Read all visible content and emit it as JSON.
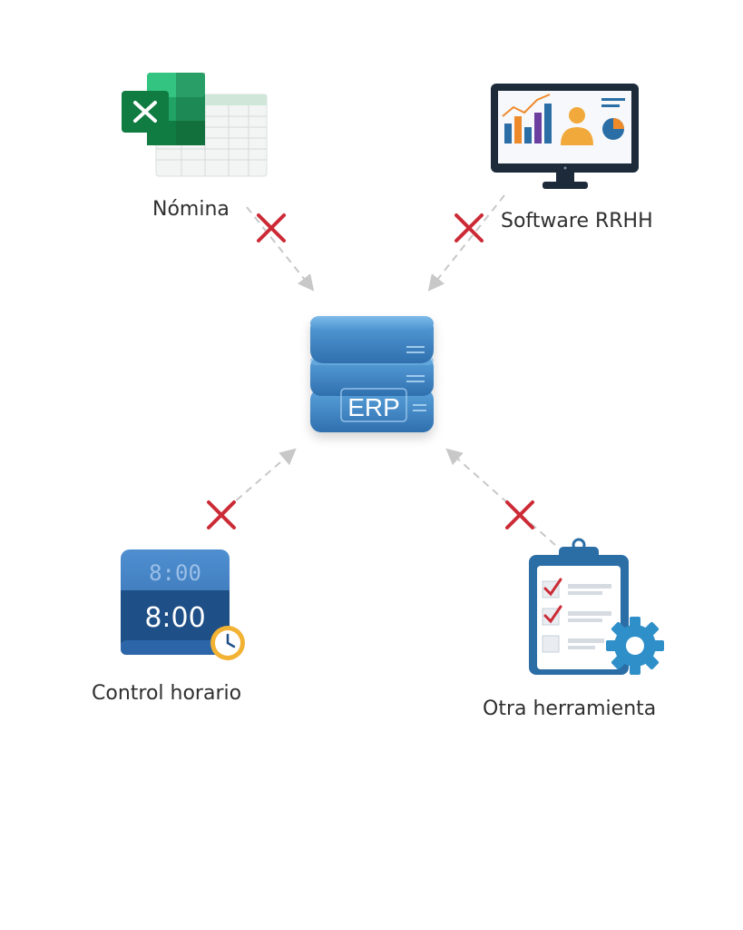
{
  "center": {
    "label": "ERP",
    "icon": "database-stack-icon",
    "color": "#3a7ebd"
  },
  "sources": [
    {
      "id": "nomina",
      "label": "Nómina",
      "icon": "spreadsheet-excel-icon",
      "connected": false
    },
    {
      "id": "software-rrhh",
      "label": "Software RRHH",
      "icon": "monitor-dashboard-icon",
      "connected": false
    },
    {
      "id": "control-horario",
      "label": "Control horario",
      "icon": "time-clock-icon",
      "connected": false
    },
    {
      "id": "otra-herramienta",
      "label": "Otra herramienta",
      "icon": "clipboard-checklist-gear-icon",
      "connected": false
    }
  ],
  "clock": {
    "top_time": "8:00",
    "bottom_time": "8:00"
  },
  "colors": {
    "connector": "#c8c8c8",
    "disconnect_mark": "#cc2b36",
    "excel_green": "#1e7a45",
    "monitor_frame": "#1c2a3a",
    "clipboard_blue": "#2b6ea6",
    "gear_blue": "#2f8fc9"
  }
}
